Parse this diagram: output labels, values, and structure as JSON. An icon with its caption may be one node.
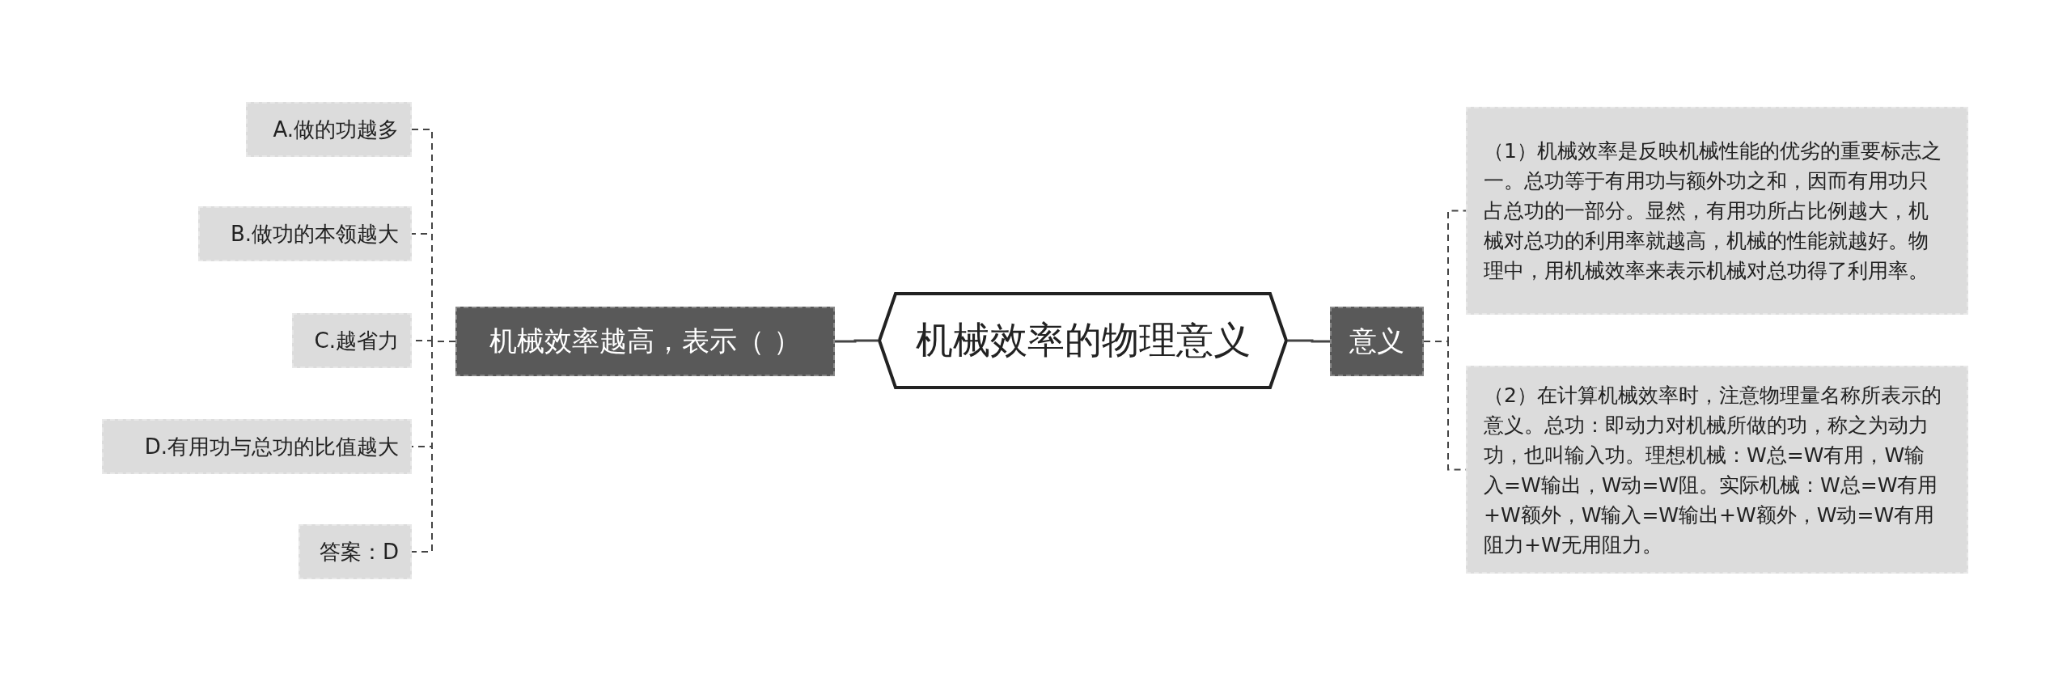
{
  "diagram": {
    "nodes": [
      {
        "text": [
          "机械效率的物理意义"
        ]
      },
      {
        "text": [
          "机械效率越高，表示（ ）"
        ]
      },
      {
        "text": [
          "A.做的功越多"
        ]
      },
      {
        "text": [
          "B.做功的本领越大"
        ]
      },
      {
        "text": [
          "C.越省力"
        ]
      },
      {
        "text": [
          "D.有用功与总功的比值越大"
        ]
      },
      {
        "text": [
          "答案：D"
        ]
      },
      {
        "text": [
          "意义"
        ]
      },
      {
        "text": [
          "（1）机械效率是反映机械性能的优劣的重要标志之一。总功等于有用功与额外功之和，因而有用功只占总功的一部分。显然，有用功所占比例越大，机械对总功的利用率就越高，机械的性能就越好。物理中，用机械效率来表示机械对总功得了利用率。"
        ]
      },
      {
        "text": [
          "（2）在计算机械效率时，注意物理量名称所表示的意义。总功：即动力对机械所做的功，称之为动力功，也叫输入功。理想机械：W总=W有用，W输入=W输出，W动=W阻。实际机械：W总=W有用+W额外，W输入=W输出+W额外，W动=W有用阻力+W无用阻力。"
        ]
      }
    ],
    "edges": [
      {
        "from": 0,
        "to": 1,
        "arrow": "none"
      },
      {
        "from": 1,
        "to": 2,
        "arrow": "none",
        "style": "dashed"
      },
      {
        "from": 1,
        "to": 3,
        "arrow": "none",
        "style": "dashed"
      },
      {
        "from": 1,
        "to": 4,
        "arrow": "none",
        "style": "dashed"
      },
      {
        "from": 1,
        "to": 5,
        "arrow": "none",
        "style": "dashed"
      },
      {
        "from": 1,
        "to": 6,
        "arrow": "none",
        "style": "dashed"
      },
      {
        "from": 0,
        "to": 7,
        "arrow": "none"
      },
      {
        "from": 7,
        "to": 8,
        "arrow": "none",
        "style": "dashed"
      },
      {
        "from": 7,
        "to": 9,
        "arrow": "none",
        "style": "dashed"
      }
    ]
  }
}
